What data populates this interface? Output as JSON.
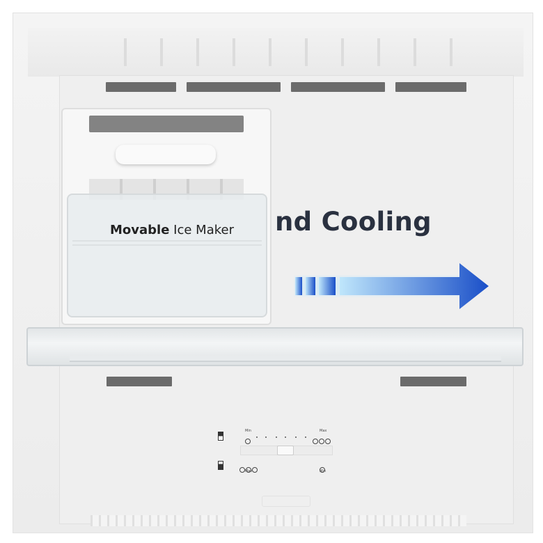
{
  "headline": "nd Cooling",
  "ice_maker": {
    "label_bold": "Movable",
    "label_rest": "Ice Maker"
  },
  "controls": {
    "freezer_min": "Min",
    "freezer_max": "Max",
    "fridge_max": "Max",
    "fridge_min": "Min"
  },
  "colors": {
    "arrow_start": "#bfe6fb",
    "arrow_end": "#1a4fc8",
    "text": "#2a3140",
    "vent": "#6b6b6b"
  }
}
